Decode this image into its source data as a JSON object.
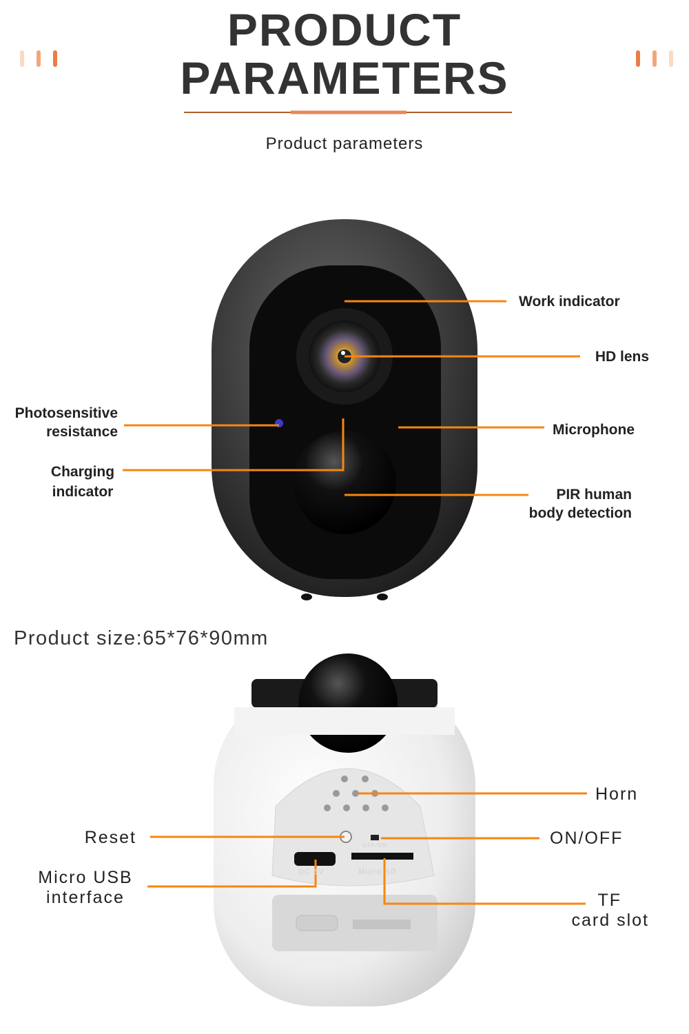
{
  "header": {
    "title_line1": "PRODUCT",
    "title_line2": "PARAMETERS",
    "subtitle": "Product  parameters",
    "accent_color": "#e8743b"
  },
  "front_view": {
    "labels": {
      "work_indicator": "Work indicator",
      "hd_lens": "HD lens",
      "microphone": "Microphone",
      "pir_line1": "PIR human",
      "pir_line2": "body detection",
      "photosensitive_line1": "Photosensitive",
      "photosensitive_line2": "resistance",
      "charging_line1": "Charging",
      "charging_line2": "indicator"
    }
  },
  "product_size": "Product size:65*76*90mm",
  "back_view": {
    "labels": {
      "horn": "Horn",
      "reset": "Reset",
      "on_off": "ON/OFF",
      "micro_usb_line1": "Micro USB",
      "micro_usb_line2": "interface",
      "tf_line1": "TF",
      "tf_line2": "card slot"
    },
    "embossed": {
      "dc": "DC 5V",
      "sd": "Micro SD",
      "switch": "OFF/ON"
    }
  },
  "colors": {
    "callout": "#f7860f"
  }
}
